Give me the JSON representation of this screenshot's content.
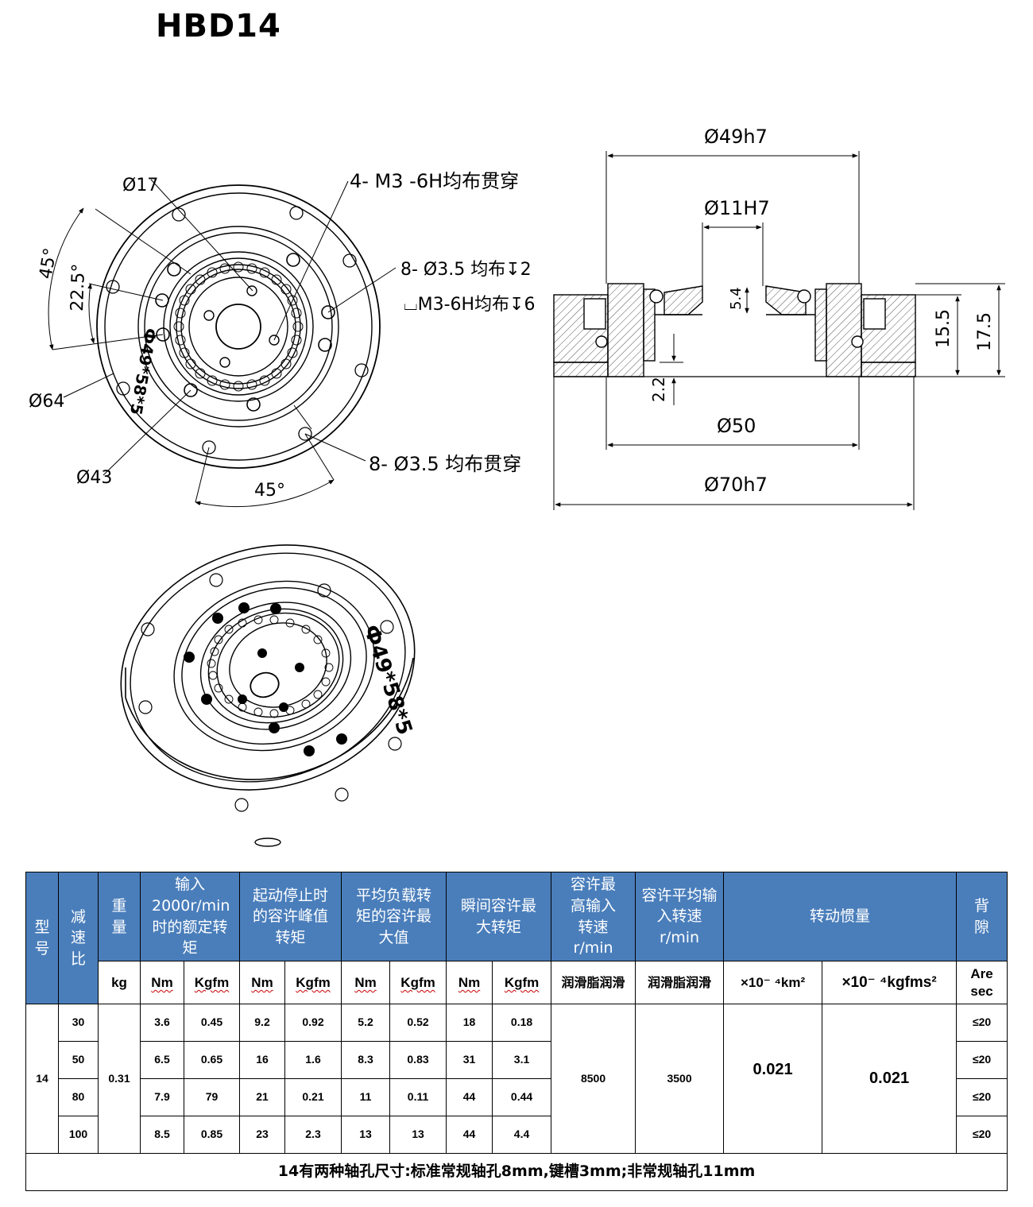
{
  "model_title": "HBD14",
  "front_view": {
    "dia_17": "Ø17",
    "holes_m3": "4- M3 -6H均布贯穿",
    "angle_45_outer": "45°",
    "angle_22_5": "22.5°",
    "holes_35_depth": "8- Ø3.5 均布↧2",
    "holes_m3_depth": "⌴M3-6H均布↧6",
    "dia_64": "Ø64",
    "dia_43": "Ø43",
    "holes_35_through": "8- Ø3.5 均布贯穿",
    "angle_45_bottom": "45°",
    "engraving": "Ф49*58*5"
  },
  "side_view": {
    "dia_49": "Ø49h7",
    "dia_11": "Ø11H7",
    "dim_54": "5.4",
    "dim_155": "15.5",
    "dim_175": "17.5",
    "dim_22": "2.2",
    "dia_50": "Ø50",
    "dia_70": "Ø70h7"
  },
  "iso_view": {
    "engraving": "Ф49*58*5"
  },
  "table": {
    "headers": {
      "model": "型号",
      "ratio": "减速比",
      "weight": "重量",
      "rated_torque": "输入2000r/min时的额定转矩",
      "start_stop_torque": "起动停止时的容许峰值转矩",
      "avg_load_torque": "平均负载转矩的容许最大值",
      "instant_torque": "瞬间容许最大转矩",
      "max_input_speed": "容许最高输入转速r/min",
      "avg_input_speed": "容许平均输入转速r/min",
      "inertia": "转动惯量",
      "backlash": "背隙"
    },
    "units": {
      "weight": "kg",
      "nm": "Nm",
      "kgfm": "Kgfm",
      "grease1": "润滑脂润滑",
      "grease2": "润滑脂润滑",
      "inertia1": "×10⁻ ⁴km²",
      "inertia2": "×10⁻ ⁴kgfms²",
      "backlash": "Are sec"
    },
    "model": "14",
    "weight": "0.31",
    "max_input_speed": "8500",
    "avg_input_speed": "3500",
    "inertia1": "0.021",
    "inertia2": "0.021",
    "rows": [
      {
        "ratio": "30",
        "rt_nm": "3.6",
        "rt_kgfm": "0.45",
        "ss_nm": "9.2",
        "ss_kgfm": "0.92",
        "al_nm": "5.2",
        "al_kgfm": "0.52",
        "it_nm": "18",
        "it_kgfm": "0.18",
        "backlash": "≤20"
      },
      {
        "ratio": "50",
        "rt_nm": "6.5",
        "rt_kgfm": "0.65",
        "ss_nm": "16",
        "ss_kgfm": "1.6",
        "al_nm": "8.3",
        "al_kgfm": "0.83",
        "it_nm": "31",
        "it_kgfm": "3.1",
        "backlash": "≤20"
      },
      {
        "ratio": "80",
        "rt_nm": "7.9",
        "rt_kgfm": "79",
        "ss_nm": "21",
        "ss_kgfm": "0.21",
        "al_nm": "11",
        "al_kgfm": "0.11",
        "it_nm": "44",
        "it_kgfm": "0.44",
        "backlash": "≤20"
      },
      {
        "ratio": "100",
        "rt_nm": "8.5",
        "rt_kgfm": "0.85",
        "ss_nm": "23",
        "ss_kgfm": "2.3",
        "al_nm": "13",
        "al_kgfm": "13",
        "it_nm": "44",
        "it_kgfm": "4.4",
        "backlash": "≤20"
      }
    ],
    "note": "14有两种轴孔尺寸:标准常规轴孔8mm,键槽3mm;非常规轴孔11mm"
  }
}
